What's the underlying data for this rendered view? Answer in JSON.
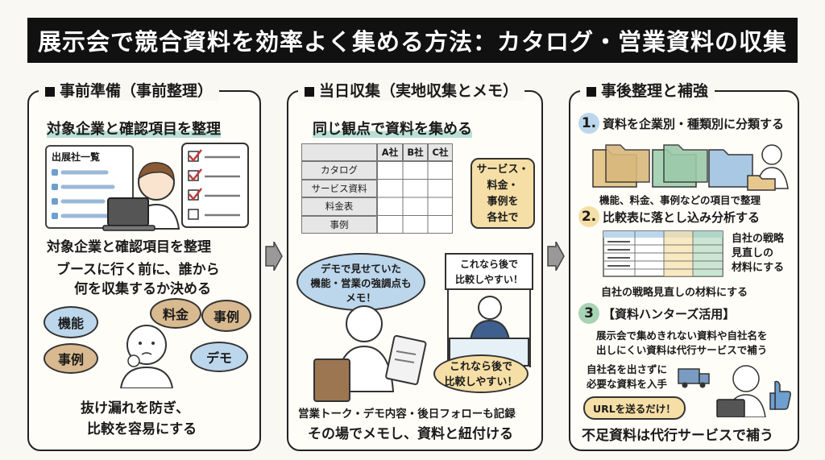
{
  "title": "展示会で競合資料を効率よく集める方法：カタログ・営業資料の収集",
  "panel1": {
    "heading": "事前準備（事前整理）",
    "subtitle": "対象企業と確認項目を整理",
    "list_label": "出展社一覧",
    "mid_title": "対象企業と確認項目を整理",
    "mid_line1": "ブースに行く前に、誰から",
    "mid_line2": "何を収集するか決める",
    "bubbles": [
      "機能",
      "料金",
      "事例",
      "事例",
      "デモ"
    ],
    "bottom_line1": "抜け漏れを防ぎ、",
    "bottom_line2": "比較を容易にする"
  },
  "panel2": {
    "heading": "当日収集（実地収集とメモ）",
    "subtitle": "同じ観点で資料を集める",
    "table_headers": [
      "A社",
      "B社",
      "C社"
    ],
    "table_rows": [
      "カタログ",
      "サービス資料",
      "料金表",
      "事例"
    ],
    "note_line1": "サービス・",
    "note_line2": "料金・",
    "note_line3": "事例を",
    "note_line4": "各社で",
    "speech_line1": "デモで見せていた",
    "speech_line2": "機能・営業の強調点も",
    "speech_line3": "メモ！",
    "booth_line1": "これなら後で",
    "booth_line2": "比較しやすい！",
    "yellow_line1": "これなら後で",
    "yellow_line2": "比較しやすい！",
    "bottom_line1": "営業トーク・デモ内容・後日フォローも記録",
    "bottom_line2": "その場でメモし、資料と紐付ける"
  },
  "panel3": {
    "heading": "事後整理と補強",
    "step1_num": "1.",
    "step1_text": "資料を企業別・種類別に分類する",
    "step1_caption": "機能、料金、事例などの項目で整理",
    "step2_num": "2.",
    "step2_text": "比較表に落とし込み分析する",
    "side_line1": "自社の戦略",
    "side_line2": "見直しの",
    "side_line3": "材料にする",
    "step2_caption": "自社の戦略見直しの材料にする",
    "step3_num": "3",
    "step3_text": "【資料ハンターズ活用】",
    "step3_line1": "展示会で集めきれない資料や自社名を",
    "step3_line2": "出しにくい資料は代行サービスで補う",
    "client_line1": "自社名を出さずに",
    "client_line2": "必要な資料を入手",
    "url_pill": "URLを送るだけ！",
    "bottom": "不足資料は代行サービスで補う"
  },
  "colors": {
    "green_highlight": "#b9e0d6",
    "blue_bubble": "#bcd7ec",
    "yellow_note": "#f5dfa6",
    "tan_bubble": "#d9b98f",
    "folder_tan": "#e6c88f",
    "folder_green": "#a9d3b5",
    "folder_blue": "#a9c8e3"
  }
}
